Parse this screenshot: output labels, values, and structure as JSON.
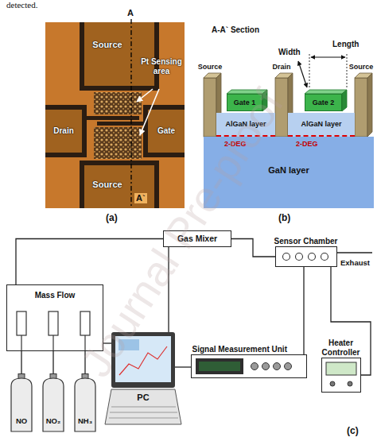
{
  "diagram": {
    "nodes": [
      {
        "text": [
          "Gate 1"
        ]
      },
      {
        "text": [
          "Gate 2"
        ]
      },
      {
        "text": [
          "AlGaN layer"
        ]
      },
      {
        "text": [
          "AlGaN layer"
        ]
      },
      {
        "text": [
          "GaN layer"
        ]
      },
      {
        "text": [
          "Gas Mixer"
        ]
      },
      {
        "text": [
          "Sensor Chamber"
        ]
      },
      {
        "text": [
          "Mass Flow"
        ]
      },
      {
        "text": [
          "Signal Measurement Unit"
        ]
      },
      {
        "text": [
          "Heater Controller"
        ]
      },
      {
        "text": [
          "PC"
        ]
      },
      {
        "text": [
          "NO"
        ]
      },
      {
        "text": [
          "NO₂"
        ]
      },
      {
        "text": [
          "NH₃"
        ]
      }
    ],
    "edges": [
      {
        "from": 7,
        "to": 5,
        "arrow": "none"
      },
      {
        "from": 5,
        "to": 6,
        "arrow": "none"
      },
      {
        "from": 11,
        "to": 7,
        "arrow": "none"
      },
      {
        "from": 12,
        "to": 7,
        "arrow": "none"
      },
      {
        "from": 13,
        "to": 7,
        "arrow": "none"
      },
      {
        "from": 6,
        "to": 8,
        "arrow": "none"
      },
      {
        "from": 6,
        "to": 9,
        "arrow": "none"
      },
      {
        "from": 10,
        "to": 5,
        "arrow": "none"
      },
      {
        "from": 10,
        "to": 8,
        "arrow": "none"
      },
      {
        "from": 10,
        "to": 7,
        "arrow": "none"
      }
    ],
    "labels": [
      "detected.",
      "A",
      "Source",
      "Drain",
      "Pt Sensing area",
      "Gate",
      "Source",
      "A`",
      "(a)",
      "A-A` Section",
      "Width",
      "Length",
      "Source",
      "Drain",
      "Source",
      "2-DEG",
      "2-DEG",
      "(b)",
      "Exhaust",
      "(c)",
      "Journal Pre-proof"
    ]
  }
}
